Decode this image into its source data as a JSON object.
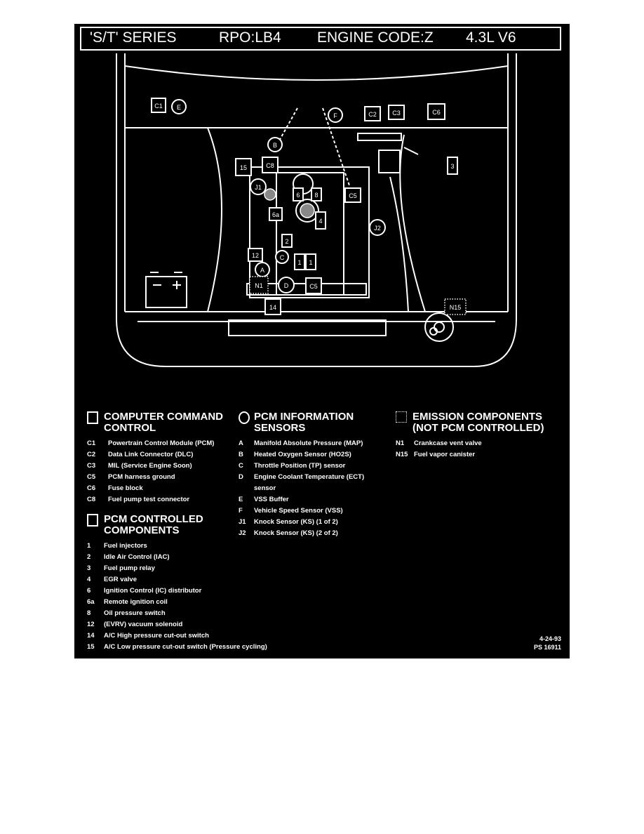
{
  "header": {
    "series": "'S/T' SERIES",
    "rpo_label": "RPO:",
    "rpo_value": "LB4",
    "engine_code_label": "ENGINE CODE:",
    "engine_code_value": "Z",
    "engine": "4.3L  V6"
  },
  "diagram_labels": {
    "c1": "C1",
    "e": "E",
    "f": "F",
    "c2": "C2",
    "c3": "C3",
    "c6": "C6",
    "b": "B",
    "n15": "N15",
    "c8": "C8",
    "15": "15",
    "j1": "J1",
    "6": "6",
    "8": "8",
    "c5a": "C5",
    "3": "3",
    "6a": "6a",
    "4": "4",
    "j2": "J2",
    "2": "2",
    "12": "12",
    "c": "C",
    "1a": "1",
    "1b": "1",
    "a": "A",
    "n1": "N1",
    "d": "D",
    "c5b": "C5",
    "14": "14"
  },
  "legend": {
    "computer_command": {
      "title_line1": "COMPUTER COMMAND",
      "title_line2": "CONTROL",
      "items": [
        {
          "code": "C1",
          "text": "Powertrain Control Module (PCM)"
        },
        {
          "code": "C2",
          "text": "Data Link Connector (DLC)"
        },
        {
          "code": "C3",
          "text": "MIL (Service Engine Soon)"
        },
        {
          "code": "C5",
          "text": "PCM harness ground"
        },
        {
          "code": "C6",
          "text": "Fuse block"
        },
        {
          "code": "C8",
          "text": "Fuel pump test connector"
        }
      ]
    },
    "pcm_controlled": {
      "title_line1": "PCM CONTROLLED",
      "title_line2": "COMPONENTS",
      "items": [
        {
          "code": "1",
          "text": "Fuel injectors"
        },
        {
          "code": "2",
          "text": "Idle Air Control (IAC)"
        },
        {
          "code": "3",
          "text": "Fuel pump relay"
        },
        {
          "code": "4",
          "text": "EGR valve"
        },
        {
          "code": "6",
          "text": "Ignition Control (IC) distributor"
        },
        {
          "code": "6a",
          "text": "Remote ignition coil"
        },
        {
          "code": "8",
          "text": "Oil pressure switch"
        },
        {
          "code": "12",
          "text": "(EVRV) vacuum solenoid"
        },
        {
          "code": "14",
          "text": "A/C High pressure cut-out switch"
        },
        {
          "code": "15",
          "text": "A/C Low pressure cut-out switch (Pressure cycling)"
        }
      ]
    },
    "pcm_info": {
      "title_line1": "PCM INFORMATION",
      "title_line2": "SENSORS",
      "items": [
        {
          "code": "A",
          "text": "Manifold Absolute Pressure (MAP)"
        },
        {
          "code": "B",
          "text": "Heated Oxygen Sensor (HO2S)"
        },
        {
          "code": "C",
          "text": "Throttle Position (TP) sensor"
        },
        {
          "code": "D",
          "text": "Engine Coolant Temperature (ECT)"
        },
        {
          "code": "",
          "text": "sensor"
        },
        {
          "code": "E",
          "text": "VSS Buffer"
        },
        {
          "code": "F",
          "text": "Vehicle Speed Sensor (VSS)"
        },
        {
          "code": "J1",
          "text": "Knock Sensor (KS) (1 of 2)"
        },
        {
          "code": "J2",
          "text": "Knock Sensor (KS) (2 of 2)"
        }
      ]
    },
    "emission": {
      "title_line1": "EMISSION COMPONENTS",
      "title_line2": "(NOT PCM CONTROLLED)",
      "items": [
        {
          "code": "N1",
          "text": "Crankcase vent valve"
        },
        {
          "code": "N15",
          "text": "Fuel vapor canister"
        }
      ]
    }
  },
  "footer": {
    "date": "4-24-93",
    "ps": "PS 16911"
  }
}
